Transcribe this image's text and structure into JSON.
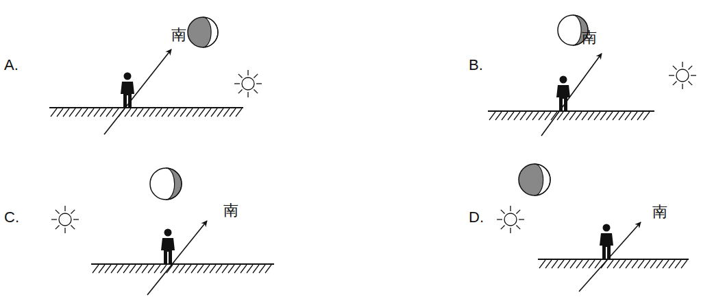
{
  "diagram": {
    "labels": [
      "A.",
      "南",
      "B.",
      "南",
      "C.",
      "南",
      "D.",
      "南"
    ]
  }
}
